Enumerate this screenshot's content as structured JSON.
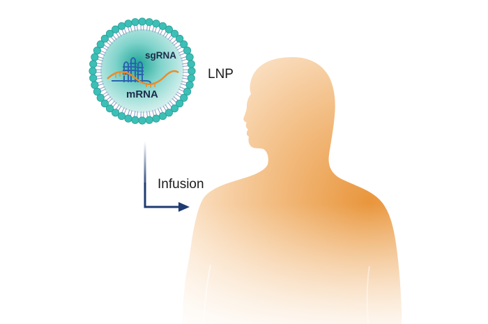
{
  "labels": {
    "sgrna": "sgRNA",
    "mrna": "mRNA",
    "lnp": "LNP",
    "infusion": "Infusion"
  },
  "colors": {
    "lipid_head": "#3cbfb6",
    "lipid_tail": "#8f96c2",
    "core": "#2fb3a6",
    "sgrna": "#2b63b0",
    "mrna": "#ef8a24",
    "arrow": "#1f3b70",
    "body_dark": "#ea9940",
    "body_light": "#fff3e6"
  },
  "icons": {
    "nanoparticle": "lipid-nanoparticle-icon",
    "body": "human-silhouette-icon",
    "arrow": "elbow-arrow-icon"
  }
}
